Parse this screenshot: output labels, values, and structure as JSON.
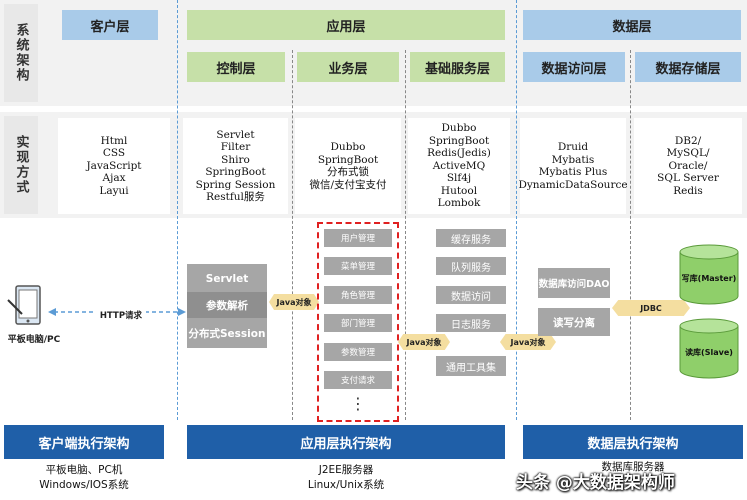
{
  "row_labels": {
    "architecture": "系统架构",
    "implementation": "实现方式"
  },
  "layers": {
    "client": "客户层",
    "application": "应用层",
    "data": "数据层"
  },
  "sublayers": {
    "control": "控制层",
    "business": "业务层",
    "base_service": "基础服务层",
    "data_access": "数据访问层",
    "data_storage": "数据存储层"
  },
  "implementation": {
    "client": [
      "Html",
      "CSS",
      "JavaScript",
      "Ajax",
      "Layui"
    ],
    "control": [
      "Servlet",
      "Filter",
      "Shiro",
      "SpringBoot",
      "Spring Session",
      "Restful服务"
    ],
    "business": [
      "Dubbo",
      "SpringBoot",
      "分布式锁",
      "微信/支付宝支付"
    ],
    "base_service": [
      "Dubbo",
      "SpringBoot",
      "Redis(Jedis)",
      "ActiveMQ",
      "Slf4j",
      "Hutool",
      "Lombok"
    ],
    "data_access": [
      "Druid",
      "Mybatis",
      "Mybatis Plus",
      "DynamicDataSource"
    ],
    "data_storage": [
      "DB2/",
      "MySQL/",
      "Oracle/",
      "SQL Server",
      "Redis"
    ]
  },
  "exec": {
    "device_label": "平板电脑/PC",
    "http_label": "HTTP请求",
    "control_items": [
      "Servlet",
      "参数解析",
      "分布式Session"
    ],
    "java_object": "Java对象",
    "business_items": [
      "用户管理",
      "菜单管理",
      "角色管理",
      "部门管理",
      "参数管理",
      "支付请求"
    ],
    "ellipsis": "⋮",
    "base_items": [
      "缓存服务",
      "队列服务",
      "数据访问",
      "日志服务",
      "通用工具集"
    ],
    "dao_items": [
      "数据库访问DAO",
      "读写分离"
    ],
    "jdbc": "JDBC",
    "db_write": "写库(Master)",
    "db_read": "读库(Slave)",
    "colors": {
      "db_green": "#8fcf6a",
      "footer_blue": "#1f5fa8",
      "red_dash": "#e02020"
    }
  },
  "footer": {
    "client_title": "客户端执行架构",
    "client_lines": [
      "平板电脑、PC机",
      "Windows/IOS系统"
    ],
    "app_title": "应用层执行架构",
    "app_lines": [
      "J2EE服务器",
      "Linux/Unix系统"
    ],
    "data_title": "数据层执行架构",
    "data_lines": [
      "数据库服务器"
    ]
  },
  "watermark": "头条 @大数据架构师"
}
